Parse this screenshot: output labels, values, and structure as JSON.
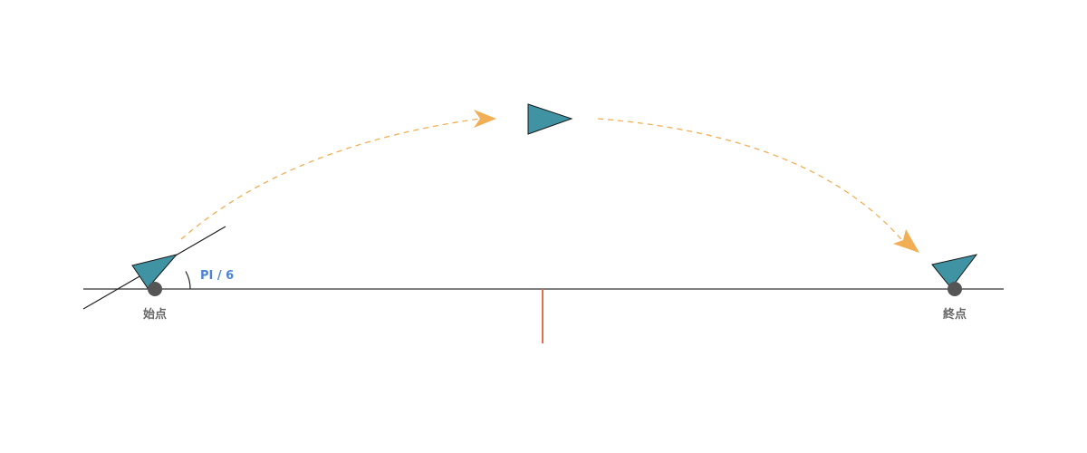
{
  "diagram": {
    "start_label": "始点",
    "end_label": "終点",
    "angle_label": "PI / 6"
  },
  "colors": {
    "arrow_body": "#3F93A3",
    "arrow_outline": "#1a1a1a",
    "trajectory": "#F2AE55",
    "baseline": "#333333",
    "center_marker": "#E2704C",
    "endpoint": "#555555",
    "angle_text": "#4A84D6"
  },
  "icons": {
    "arrow_shape": "triangle-arrow-icon",
    "trajectory_head": "arrowhead-icon",
    "endpoint": "endpoint-dot-icon"
  }
}
